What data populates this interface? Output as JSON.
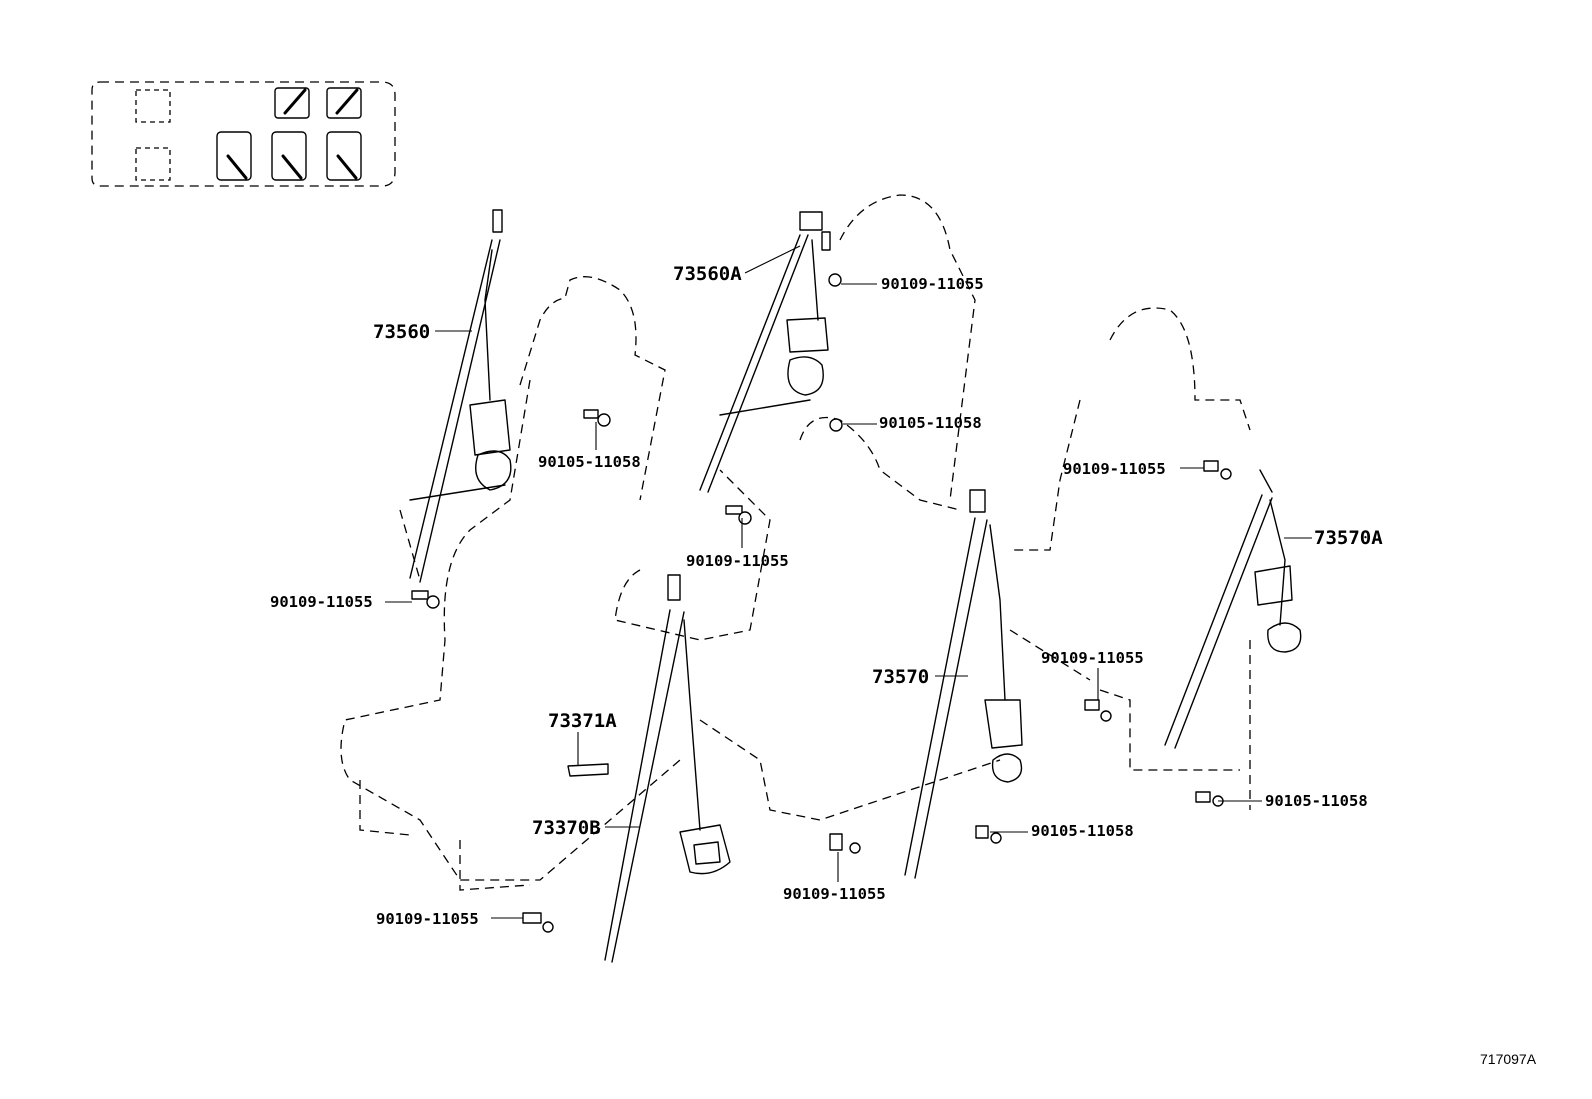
{
  "callouts": {
    "belt_73560": "73560",
    "belt_73560a": "73560A",
    "belt_73570": "73570",
    "belt_73570a": "73570A",
    "belt_73370b": "73370B",
    "cover_73371a": "73371A"
  },
  "fasteners": {
    "bolt_a": "90109-11055",
    "bolt_b": "90105-11058"
  },
  "reference_code": "717097A"
}
